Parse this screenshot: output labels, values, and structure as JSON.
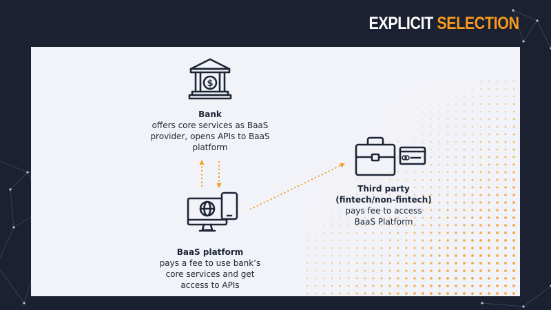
{
  "header": {
    "logo_word1": "EXPLICIT",
    "logo_word2": "SELECTION"
  },
  "colors": {
    "background": "#1b2130",
    "panel": "#f1f3f8",
    "accent": "#f79a1e",
    "text": "#1d2535"
  },
  "nodes": {
    "bank": {
      "icon": "bank-icon",
      "title": "Bank",
      "line1": "offers core services as BaaS",
      "line2": "provider, opens APIs to BaaS",
      "line3": "platform"
    },
    "baas": {
      "icon": "computer-tablet-icon",
      "title": "BaaS platform",
      "line1": "pays a fee to use bank’s",
      "line2": "core services and get",
      "line3": "access to APIs"
    },
    "third_party": {
      "icon": "briefcase-card-icon",
      "title": "Third party",
      "title2": "(fintech/non-fintech)",
      "line1": "pays fee to access",
      "line2": "BaaS Platform"
    }
  }
}
